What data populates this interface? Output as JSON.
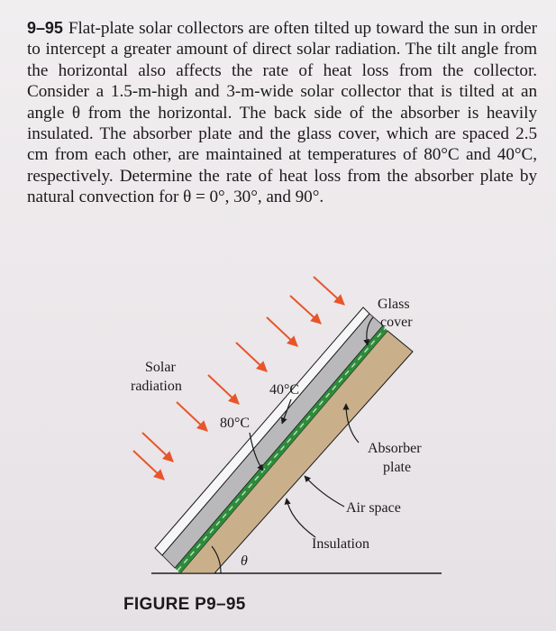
{
  "problem": {
    "number": "9–95",
    "text": "Flat-plate solar collectors are often tilted up toward the sun in order to intercept a greater amount of direct solar radiation. The tilt angle from the horizontal also affects the rate of heat loss from the collector. Consider a 1.5-m-high and 3-m-wide solar collector that is tilted at an angle θ from the horizontal. The back side of the absorber is heavily insulated. The absorber plate and the glass cover, which are spaced 2.5 cm from each other, are maintained at temperatures of 80°C and 40°C, respectively. Determine the rate of heat loss from the absorber plate by natural convection for θ = 0°, 30°, and 90°."
  },
  "figure": {
    "labels": {
      "glass_1": "Glass",
      "glass_2": "cover",
      "solar_1": "Solar",
      "solar_2": "radiation",
      "temp_glass": "40°C",
      "temp_absorber": "80°C",
      "absorber_1": "Absorber",
      "absorber_2": "plate",
      "air_space": "Air space",
      "insulation": "Insulation",
      "angle": "θ"
    },
    "caption": "FIGURE P9–95",
    "colors": {
      "arrow": "#e8552a",
      "absorber": "#2e8b3a",
      "insulation": "#c9b08a",
      "air": "#b9b9bb",
      "glass": "#f6f6f7",
      "line": "#1b1a1c"
    }
  }
}
